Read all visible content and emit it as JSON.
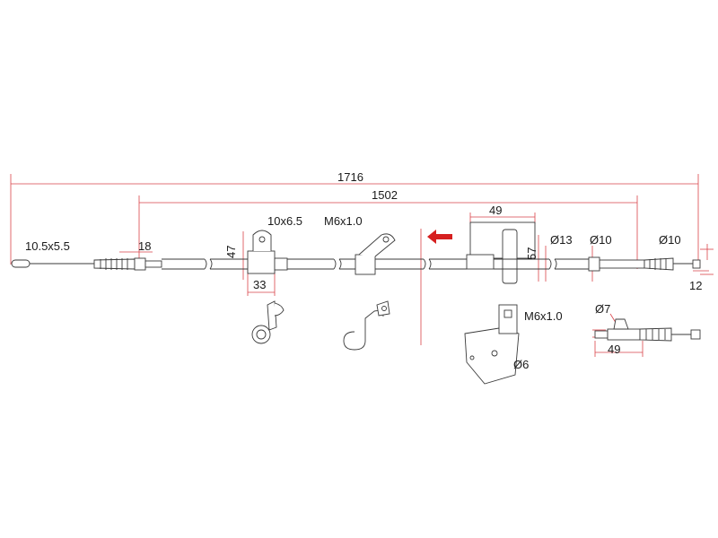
{
  "dimensions": {
    "total_length": "1716",
    "inner_length": "1502",
    "end_loop": "10.5x5.5",
    "boot_length": "18",
    "clip_hole": "10x6.5",
    "clip_height": "47",
    "clip_width": "33",
    "bracket_thread": "M6x1.0",
    "bracket_width": "49",
    "bracket_height": "57",
    "sleeve_diameter": "Ø13",
    "cable_diameter": "Ø10",
    "end_diameter": "Ø10",
    "end_length": "12",
    "detail_thread": "M6x1.0",
    "detail_hole": "Ø6",
    "detail_end_diameter": "Ø7",
    "detail_end_length": "49"
  },
  "colors": {
    "dimension_line": "#d9434a",
    "direction_arrow": "#d62020",
    "part_outline": "#3a3a3a"
  },
  "icons": {
    "direction_arrow": "arrow-left-icon"
  }
}
